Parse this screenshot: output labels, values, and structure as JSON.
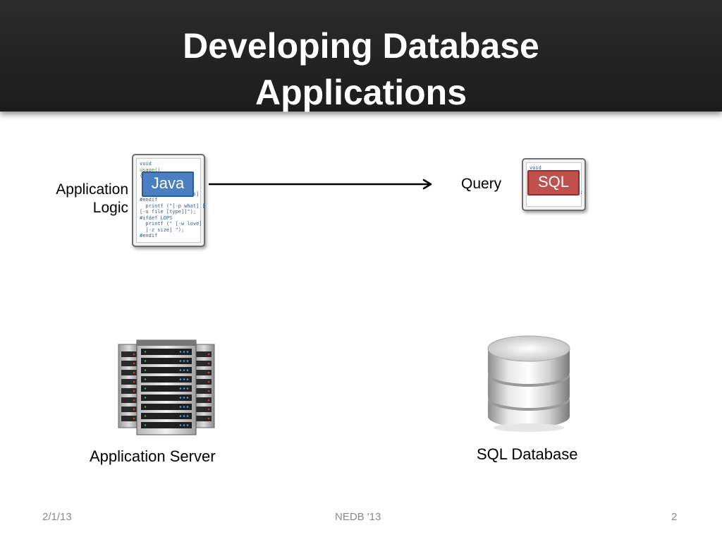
{
  "slide": {
    "title_line1": "Developing Database",
    "title_line2": "Applications"
  },
  "diagram": {
    "app_logic_label_line1": "Application",
    "app_logic_label_line2": "Logic",
    "java_tag": "Java",
    "query_label": "Query",
    "sql_tag": "SQL",
    "app_server_label": "Application Server",
    "sql_database_label": "SQL Database"
  },
  "footer": {
    "date": "2/1/13",
    "center": "NEDB '13",
    "page": "2"
  },
  "colors": {
    "java_blue": "#4a7fc1",
    "sql_red": "#c0504d",
    "header_bg": "#222222"
  },
  "icons": [
    "code-document-icon",
    "server-rack-icon",
    "database-cylinder-icon",
    "arrow-right-icon"
  ]
}
